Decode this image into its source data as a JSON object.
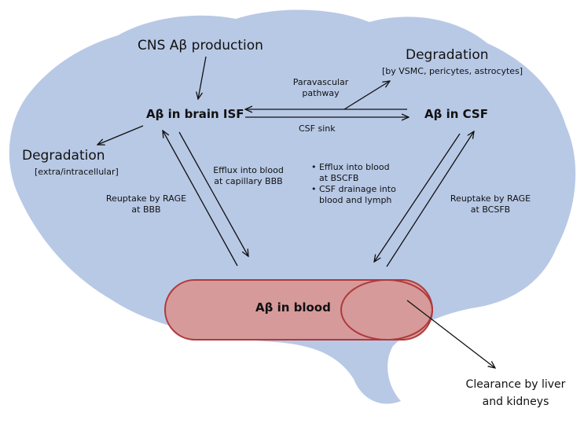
{
  "colors": {
    "brain_fill": "#b8c9e6",
    "vessel_fill": "#d69a9a",
    "vessel_stroke": "#b0393b",
    "arrow": "#111111"
  },
  "nodes": {
    "cns_production": "CNS Aβ production",
    "brain_isf": "Aβ in brain ISF",
    "csf": "Aβ in CSF",
    "blood": "Aβ in blood",
    "degradation_right": "Degradation",
    "degradation_right_note": "[by VSMC, pericytes, astrocytes]",
    "degradation_left": "Degradation",
    "degradation_left_note": "[extra/intracellular]",
    "clearance_line1": "Clearance by liver",
    "clearance_line2": "and kidneys"
  },
  "labels": {
    "paravascular_line1": "Paravascular",
    "paravascular_line2": "pathway",
    "csf_sink": "CSF sink",
    "efflux_bbb_line1": "Efflux into blood",
    "efflux_bbb_line2": "at capillary BBB",
    "reuptake_bbb_line1": "Reuptake by RAGE",
    "reuptake_bbb_line2": "at BBB",
    "bullet1_line1": "• Efflux into blood",
    "bullet1_line2": "at BSCFB",
    "bullet2_line1": "• CSF drainage into",
    "bullet2_line2": "blood and lymph",
    "reuptake_bcsfb_line1": "Reuptake by RAGE",
    "reuptake_bcsfb_line2": "at BCSFB"
  }
}
